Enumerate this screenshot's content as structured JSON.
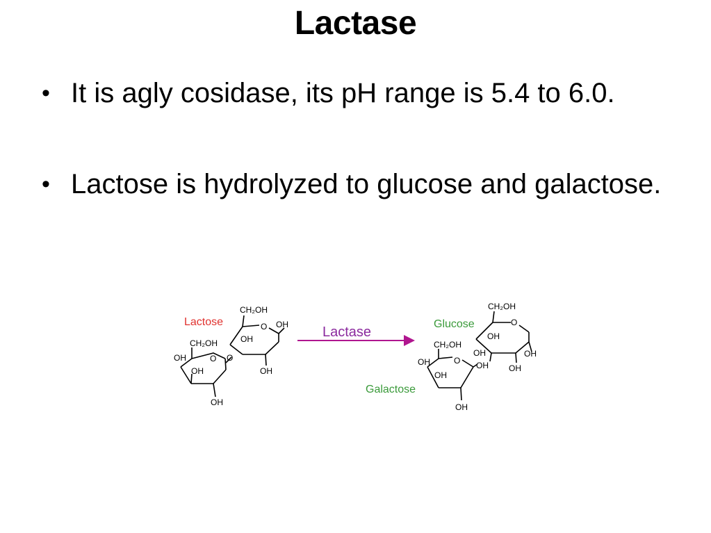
{
  "slide": {
    "title": "Lactase",
    "bullets": [
      {
        "marker": "•",
        "text": "It is agly cosidase, its pH range is 5.4 to 6.0."
      },
      {
        "marker": "•",
        "text": "Lactose is hydrolyzed to glucose and galactose."
      }
    ]
  },
  "figure": {
    "colors": {
      "lactose": "#e0322f",
      "enzyme": "#8b2a9e",
      "arrow": "#b0168f",
      "product": "#3a9a3a",
      "bonds": "#000000"
    },
    "labels": {
      "lactose": "Lactose",
      "enzyme": "Lactase",
      "glucose": "Glucose",
      "galactose": "Galactose",
      "ring_oxygen": "O",
      "ch2oh": "CH₂OH",
      "oh": "OH"
    }
  }
}
